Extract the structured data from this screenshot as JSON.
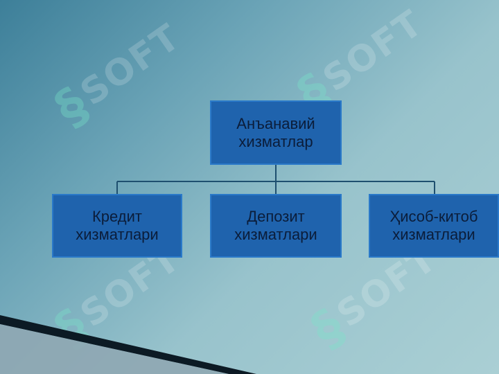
{
  "watermark": {
    "text": "SOFT",
    "mark": "§"
  },
  "diagram": {
    "root": {
      "line1": "Анъанавий",
      "line2": "хизматлар"
    },
    "children": [
      {
        "line1": "Кредит",
        "line2": "хизматлари"
      },
      {
        "line1": "Депозит",
        "line2": "хизматлари"
      },
      {
        "line1": "Ҳисоб-китоб",
        "line2": "хизматлари"
      }
    ]
  },
  "colors": {
    "box": "#1f63ad",
    "box_border": "#2a79c9",
    "text": "#0b1d3a",
    "connector": "#1e4f6f"
  }
}
